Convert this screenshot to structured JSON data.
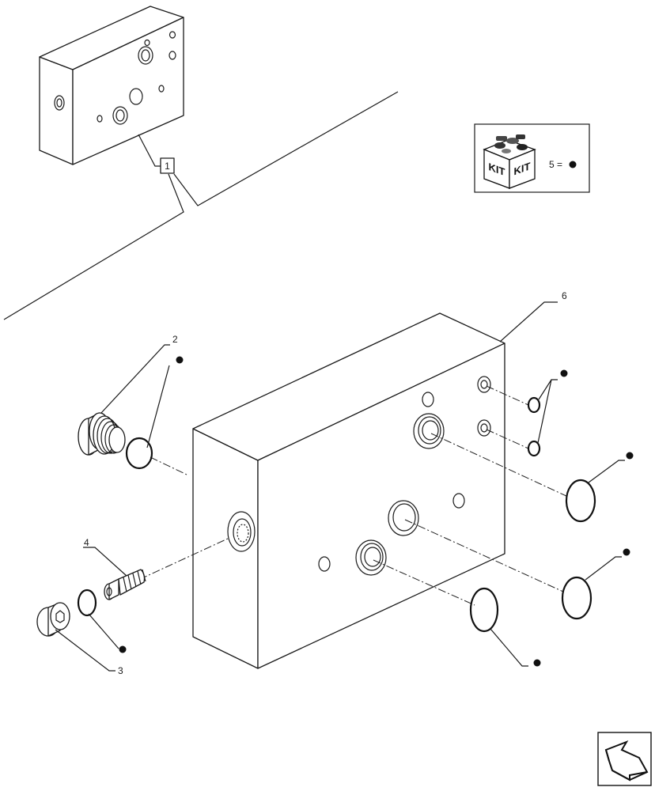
{
  "callouts": {
    "item1": "1",
    "item2": "2",
    "item3": "3",
    "item4": "4",
    "item6": "6"
  },
  "kit_box": {
    "kit_label_left": "KIT",
    "kit_label_right": "KIT",
    "legend_text": "5 ="
  },
  "icons": {
    "kit": "kit-box-icon",
    "bullet": "kit-bullet-icon",
    "nav": "next-page-arrow-icon"
  }
}
